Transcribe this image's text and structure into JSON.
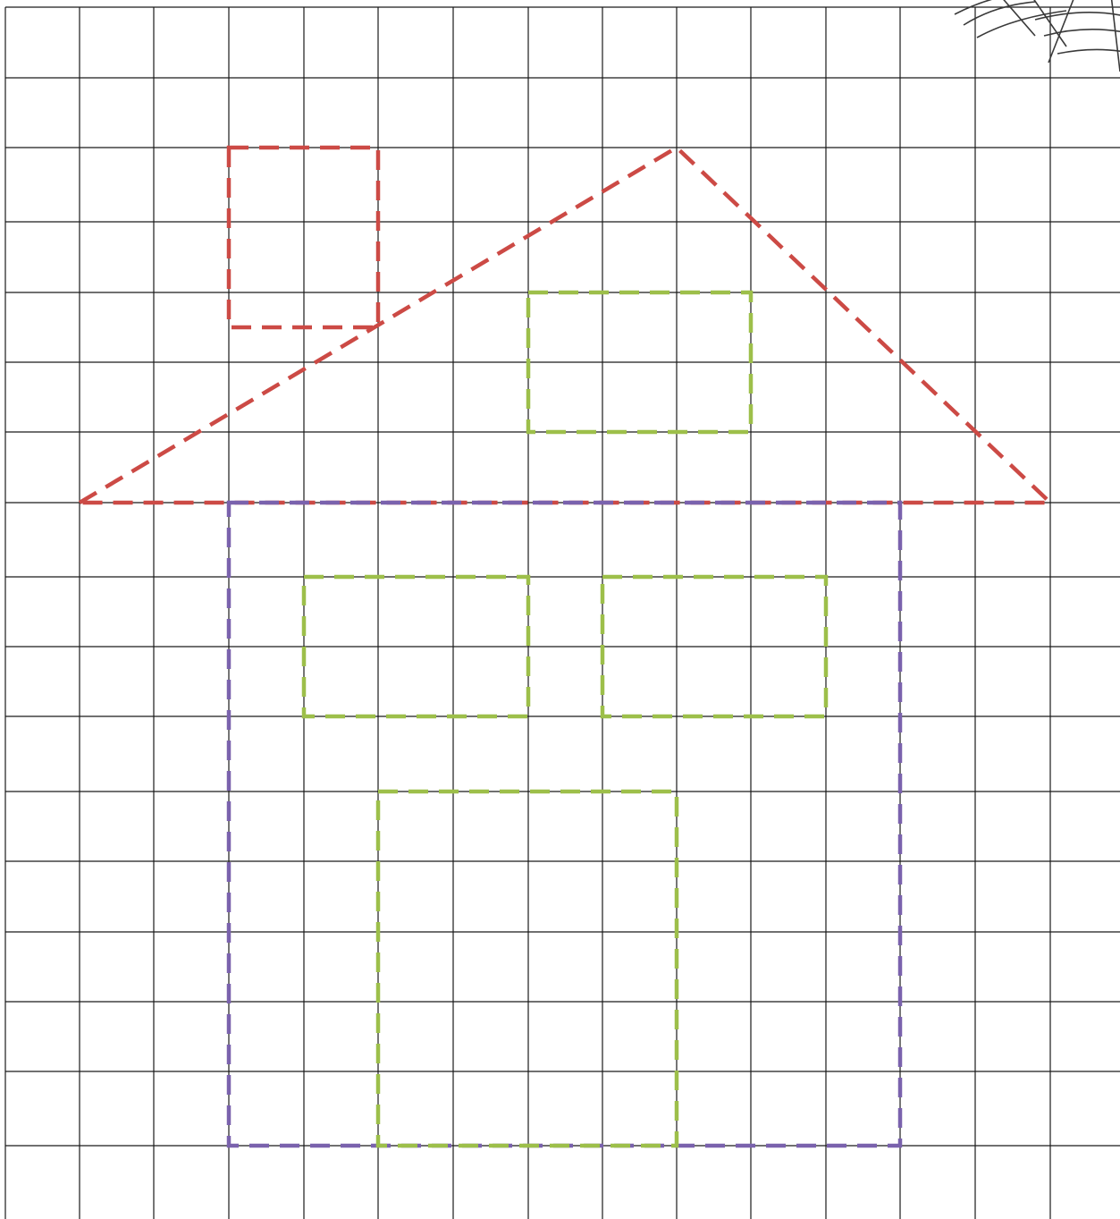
{
  "worksheet": {
    "grid": {
      "columns": 15,
      "rows": 17,
      "line_color": "#1a1a1a"
    },
    "colors": {
      "roof": "#cc4a45",
      "chimney": "#cc4a45",
      "house_body": "#7a62ad",
      "windows": "#9dbf4a",
      "door": "#9dbf4a"
    },
    "shapes": [
      {
        "id": "chimney",
        "kind": "rectangle",
        "color_key": "chimney",
        "points": [
          [
            3,
            2
          ],
          [
            5,
            2
          ],
          [
            5,
            4.5
          ],
          [
            3,
            4.5
          ]
        ]
      },
      {
        "id": "roof",
        "kind": "triangle",
        "color_key": "roof",
        "points": [
          [
            1,
            7
          ],
          [
            9,
            2
          ],
          [
            14,
            7
          ]
        ]
      },
      {
        "id": "attic-window",
        "kind": "rectangle",
        "color_key": "windows",
        "points": [
          [
            7,
            4
          ],
          [
            10,
            4
          ],
          [
            10,
            6
          ],
          [
            7,
            6
          ]
        ]
      },
      {
        "id": "house-body",
        "kind": "rectangle",
        "color_key": "house_body",
        "points": [
          [
            3,
            7
          ],
          [
            12,
            7
          ],
          [
            12,
            16
          ],
          [
            3,
            16
          ]
        ]
      },
      {
        "id": "left-window",
        "kind": "rectangle",
        "color_key": "windows",
        "points": [
          [
            4,
            8
          ],
          [
            7,
            8
          ],
          [
            7,
            10
          ],
          [
            4,
            10
          ]
        ]
      },
      {
        "id": "right-window",
        "kind": "rectangle",
        "color_key": "windows",
        "points": [
          [
            8,
            8
          ],
          [
            11,
            8
          ],
          [
            11,
            10
          ],
          [
            8,
            10
          ]
        ]
      },
      {
        "id": "door",
        "kind": "rectangle",
        "color_key": "door",
        "points": [
          [
            5,
            11
          ],
          [
            9,
            11
          ],
          [
            9,
            16
          ],
          [
            5,
            16
          ]
        ]
      }
    ],
    "decoration": {
      "icon": "spider-web-icon"
    }
  }
}
